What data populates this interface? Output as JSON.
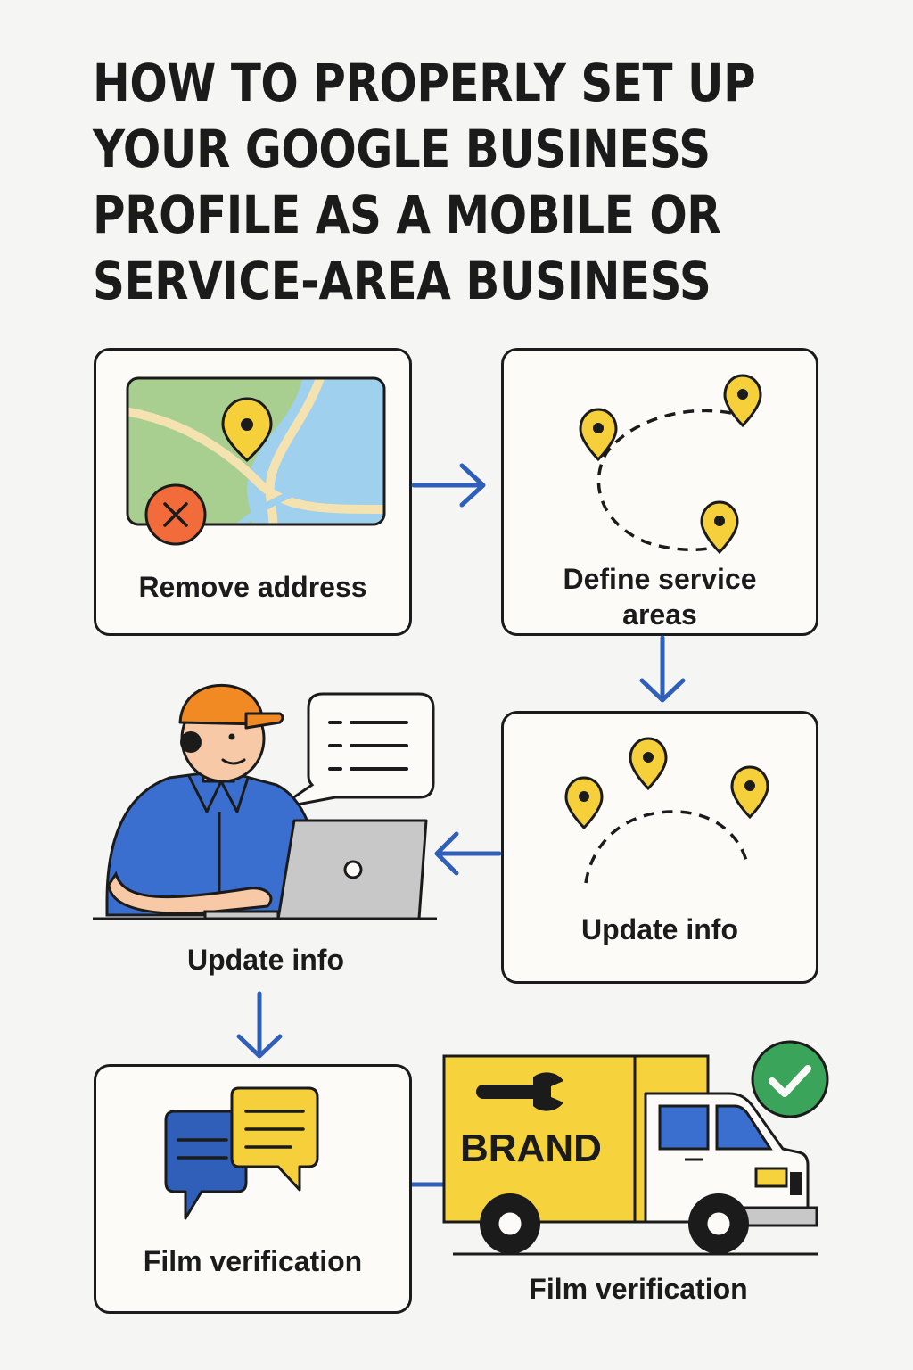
{
  "title": {
    "lines": [
      "HOW TO PROPERLY SET UP",
      "YOUR GOOGLE BUSINESS",
      "PROFILE AS A MOBILE OR",
      "SERVICE-AREA BUSINESS"
    ]
  },
  "steps": {
    "remove_address": "Remove address",
    "define_service_areas": "Define service areas",
    "update_info_card": "Update info",
    "update_info_person": "Update info",
    "film_verification_card": "Film verification",
    "film_verification_truck": "Film verification"
  },
  "truck": {
    "brand": "BRAND"
  },
  "icons": {
    "map": "map-icon",
    "remove": "close-icon",
    "pin": "map-pin-icon",
    "arrow": "arrow-icon",
    "chat": "chat-bubbles-icon",
    "wrench": "wrench-icon",
    "check": "check-icon"
  },
  "colors": {
    "accent_blue": "#2f5fb8",
    "pin_yellow": "#f5d03b",
    "remove_red": "#f26b3a",
    "check_green": "#3aa55a",
    "map_green": "#a8cf8f",
    "map_water": "#9fd0ee",
    "truck_yellow": "#f6d33c",
    "cap_orange": "#f28a24",
    "shirt_blue": "#3a6fcf"
  }
}
